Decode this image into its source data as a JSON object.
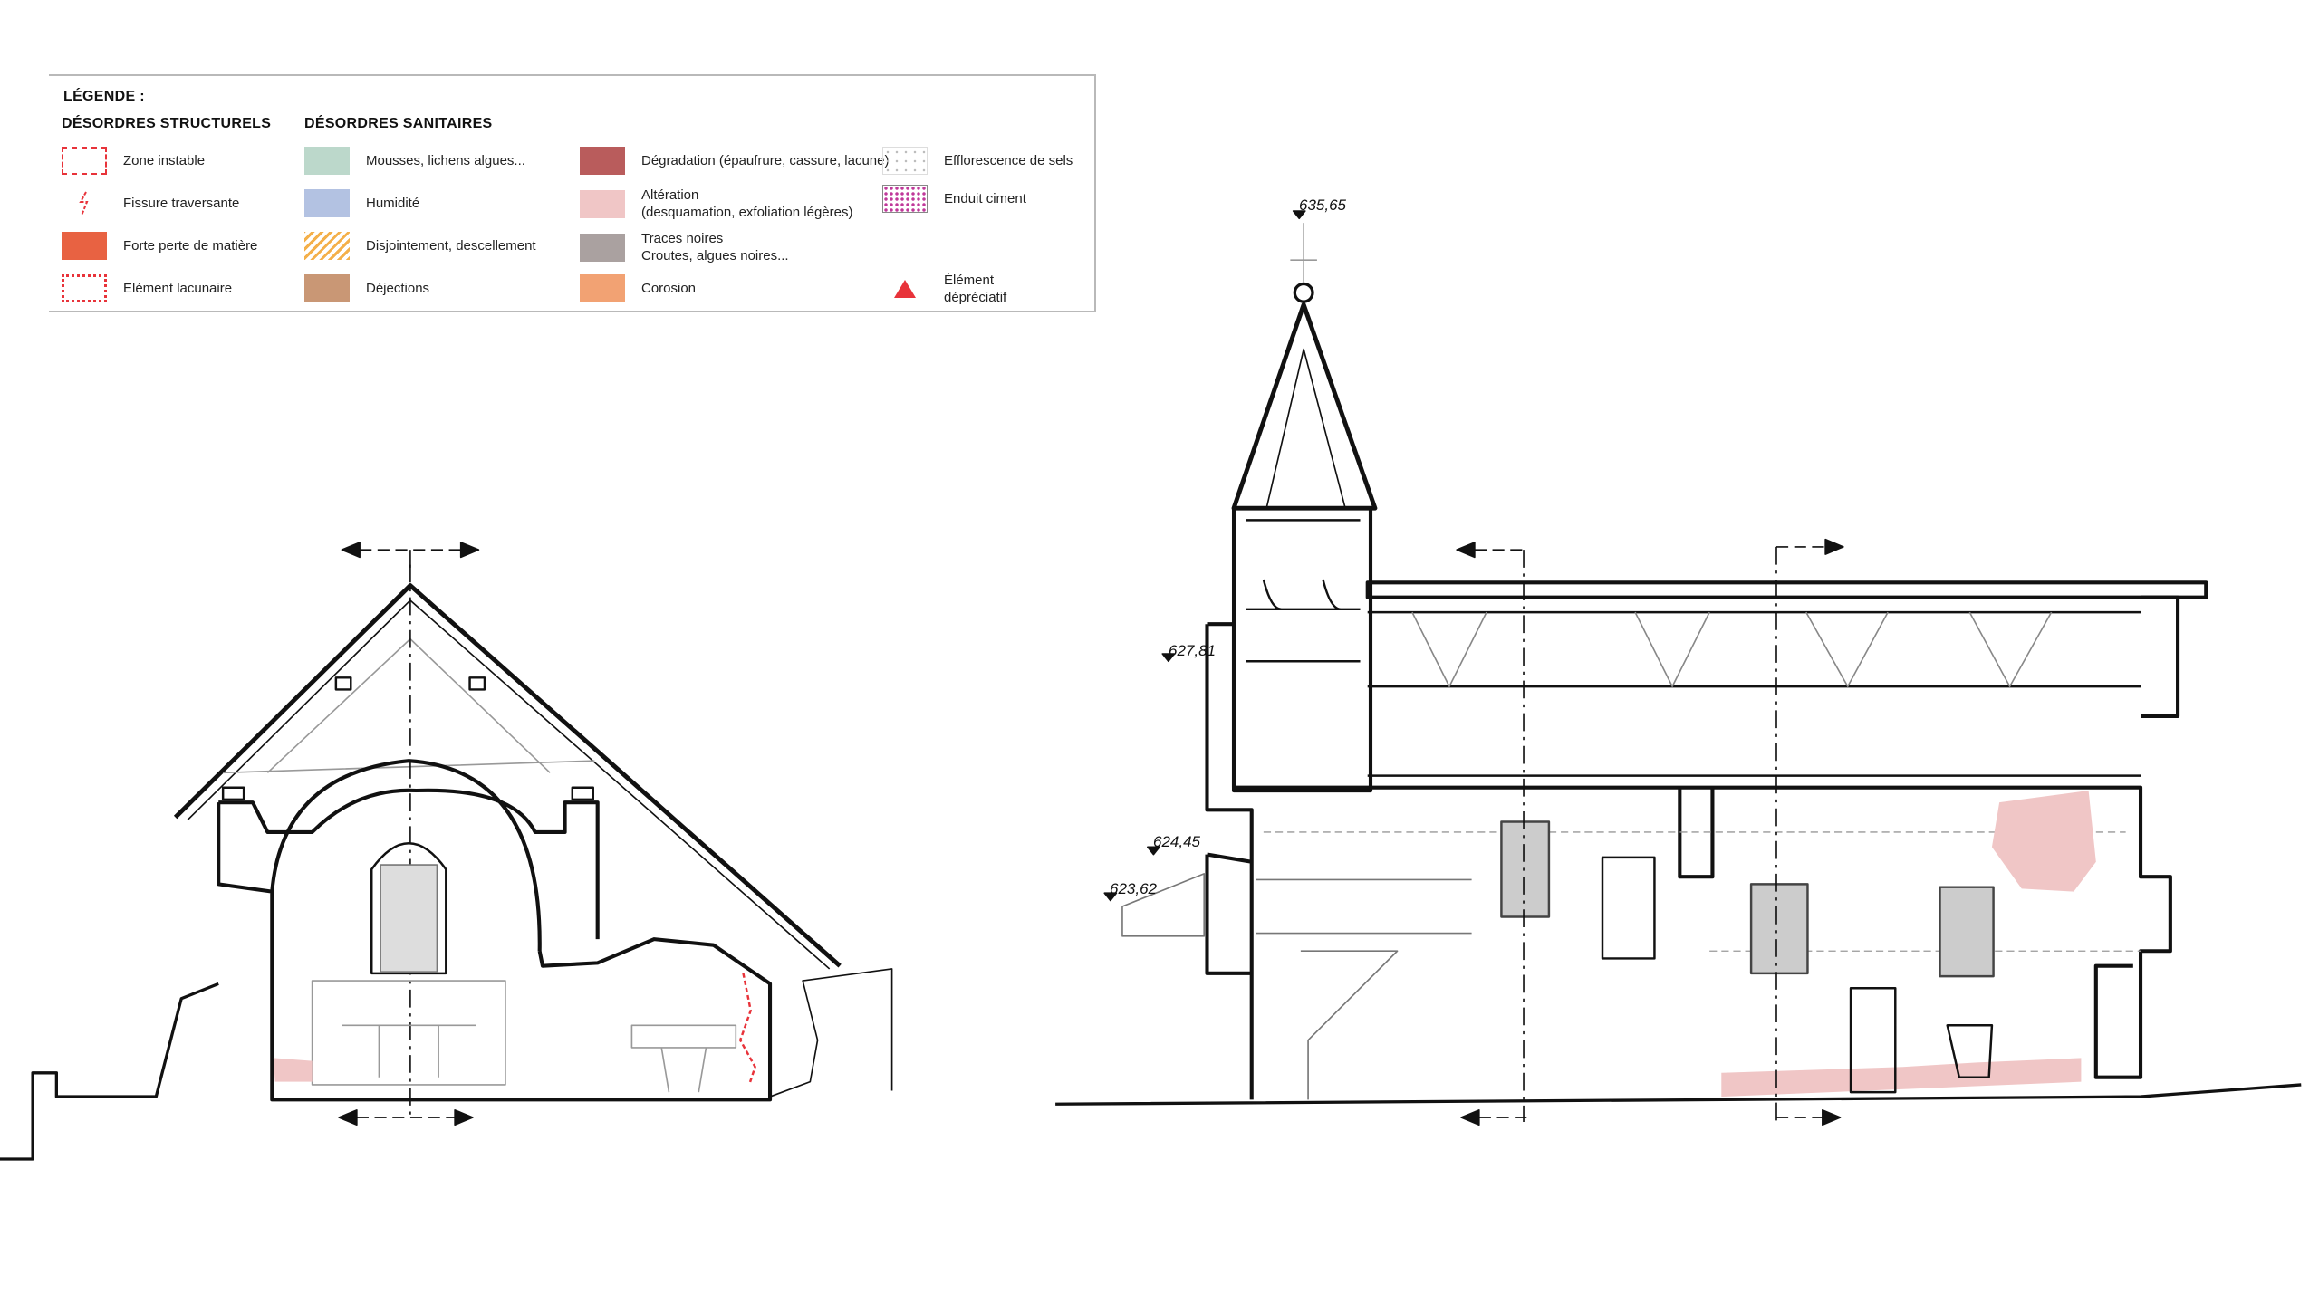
{
  "legend": {
    "title": "LÉGENDE :",
    "structural_heading": "DÉSORDRES STRUCTURELS",
    "sanitary_heading": "DÉSORDRES SANITAIRES",
    "structural": [
      {
        "label": "Zone instable",
        "color": "#e8333a"
      },
      {
        "label": "Fissure traversante",
        "color": "#e8333a"
      },
      {
        "label": "Forte perte de matière",
        "color": "#e86242"
      },
      {
        "label": "Elément lacunaire",
        "color": "#e8333a"
      }
    ],
    "sanitary_col1": [
      {
        "label": "Mousses, lichens algues...",
        "color": "#bcd8cb"
      },
      {
        "label": "Humidité",
        "color": "#b3c2e2"
      },
      {
        "label": "Disjointement, descellement",
        "color": "#f4b04a"
      },
      {
        "label": "Déjections",
        "color": "#c99775"
      }
    ],
    "sanitary_col2": [
      {
        "label": "Dégradation (épaufrure, cassure, lacune)",
        "color": "#b95c5c"
      },
      {
        "label": "Altération",
        "label2": "(desquamation, exfoliation légères)",
        "color": "#f0c6c6"
      },
      {
        "label": "Traces noires",
        "label2": "Croutes, algues noires...",
        "color": "#aaa1a0"
      },
      {
        "label": "Corosion",
        "color": "#f2a273"
      }
    ],
    "sanitary_col3": [
      {
        "label": "Efflorescence de sels",
        "color": "#cccccc"
      },
      {
        "label": "Enduit ciment",
        "color": "#c0399a"
      },
      {
        "label": "Élément",
        "label2": "dépréciatif",
        "color": "#e8333a"
      }
    ]
  },
  "elevations": [
    "635,65",
    "627,81",
    "624,45",
    "623,62"
  ]
}
